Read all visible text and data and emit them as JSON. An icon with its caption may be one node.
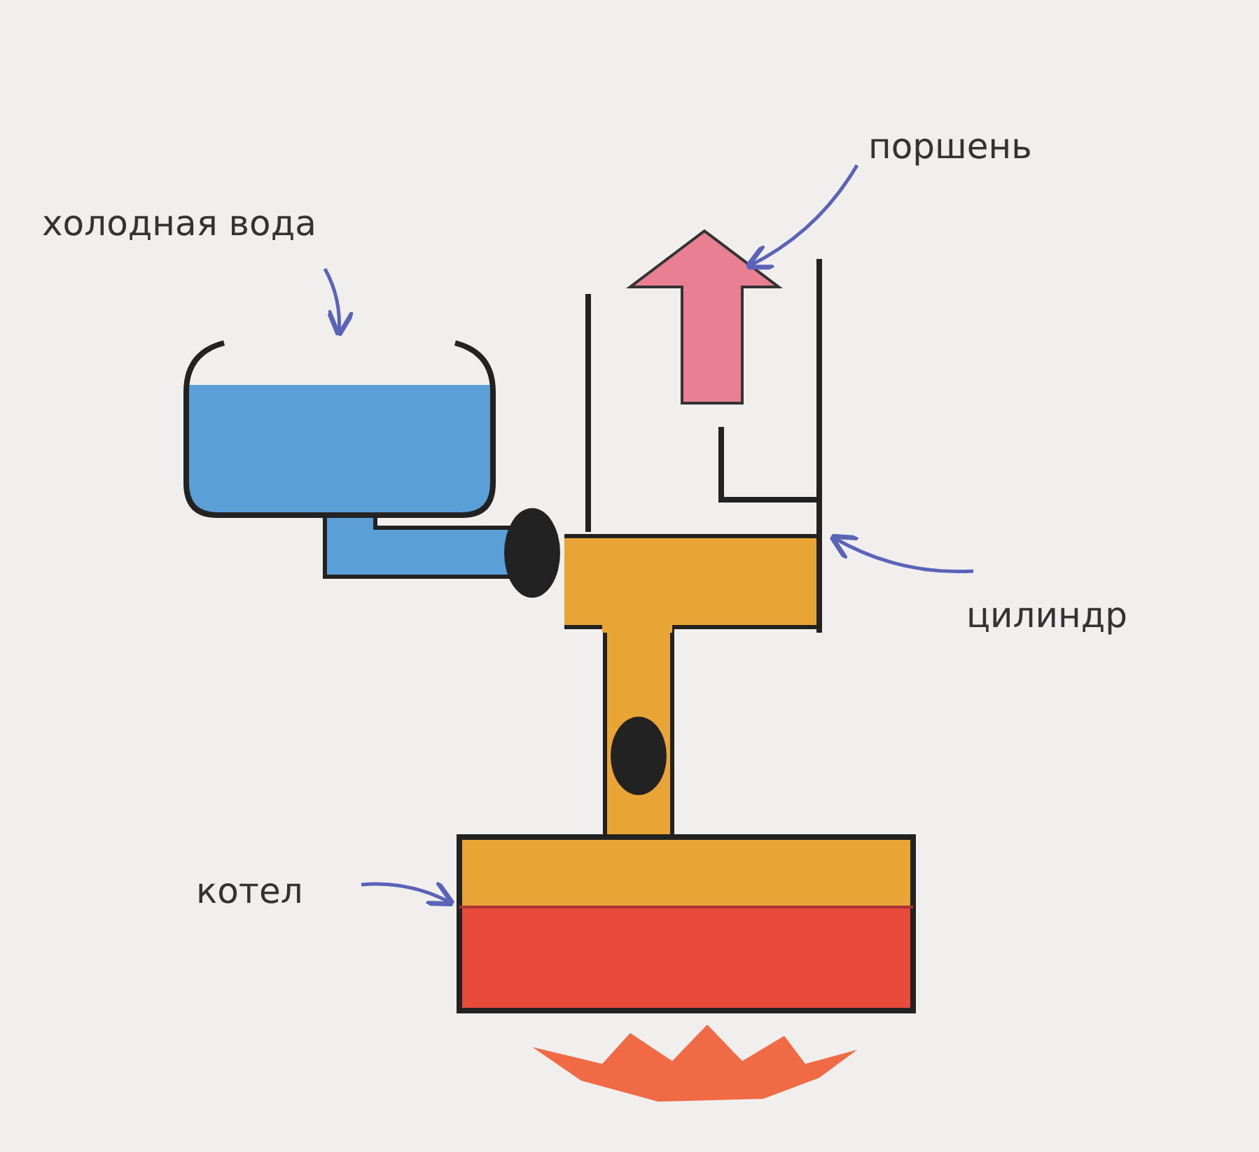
{
  "diagram": {
    "nodes": [
      {
        "text": [
          "поршень"
        ]
      },
      {
        "text": [],
        "shape": "arrow"
      },
      {
        "text": [
          "холодная вода"
        ]
      },
      {
        "text": [],
        "shape": "tank"
      },
      {
        "text": [
          "цилиндр"
        ]
      },
      {
        "text": [],
        "shape": "cylinder"
      },
      {
        "text": [
          "котел"
        ]
      },
      {
        "text": [],
        "shape": "box"
      }
    ],
    "edges": [
      {
        "from": 0,
        "to": 1,
        "arrow": "to"
      },
      {
        "from": 2,
        "to": 3,
        "arrow": "to"
      },
      {
        "from": 4,
        "to": 5,
        "arrow": "to"
      },
      {
        "from": 6,
        "to": 7,
        "arrow": "to"
      }
    ]
  }
}
